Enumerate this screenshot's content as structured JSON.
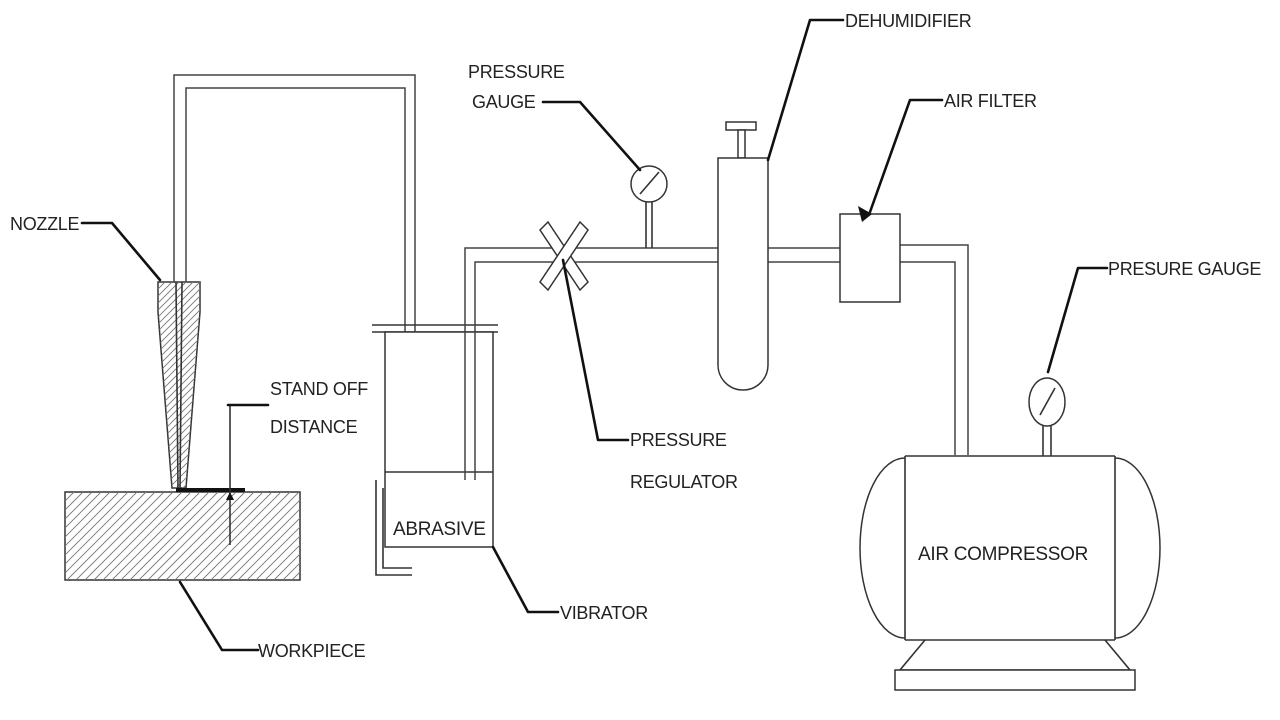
{
  "labels": {
    "nozzle": "NOZZLE",
    "stand_off_line1": "STAND OFF",
    "stand_off_line2": "DISTANCE",
    "workpiece": "WORKPIECE",
    "abrasive": "ABRASIVE",
    "vibrator": "VIBRATOR",
    "pressure_gauge_line1": "PRESSURE",
    "pressure_gauge_line2": "GAUGE",
    "pressure_regulator_line1": "PRESSURE",
    "pressure_regulator_line2": "REGULATOR",
    "dehumidifier": "DEHUMIDIFIER",
    "air_filter": "AIR FILTER",
    "presure_gauge_compressor": "PRESURE GAUGE",
    "air_compressor": "AIR COMPRESSOR"
  },
  "colors": {
    "line": "#333333",
    "background": "#ffffff"
  }
}
